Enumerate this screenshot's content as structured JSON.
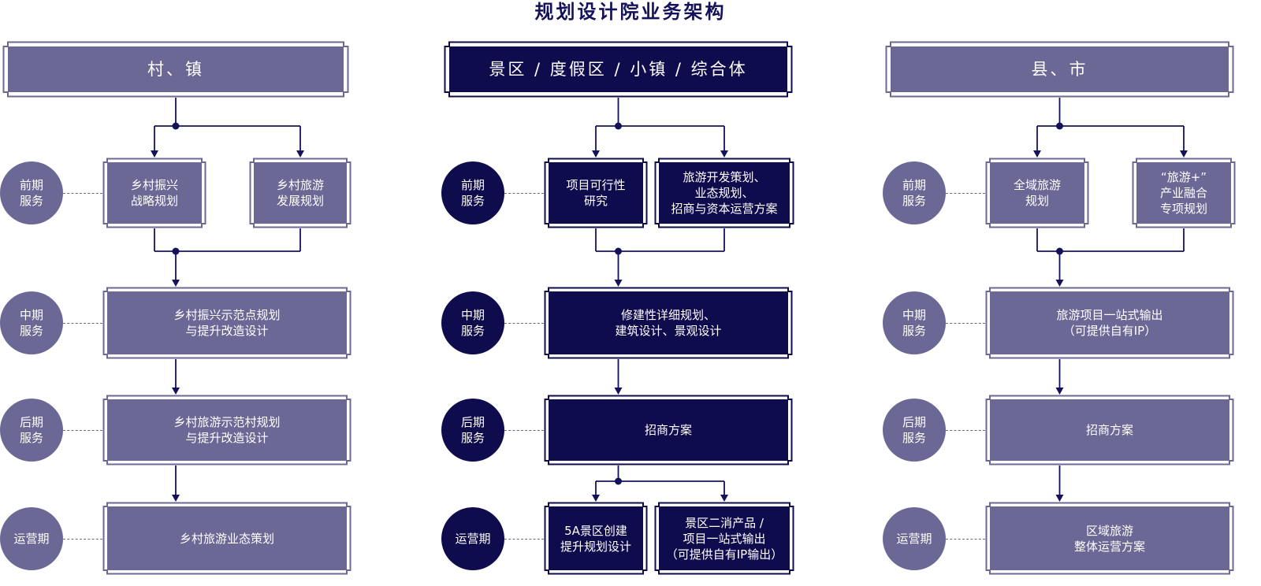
{
  "title": "规划设计院业务架构",
  "colors": {
    "light": "#6b6896",
    "dark": "#0f0c4e",
    "line": "#14125a"
  },
  "columns": [
    {
      "theme": "light",
      "header": "村、镇",
      "stages": [
        {
          "label": "前期\n服务",
          "boxes": [
            "乡村振兴\n战略规划",
            "乡村旅游\n发展规划"
          ]
        },
        {
          "label": "中期\n服务",
          "boxes": [
            "乡村振兴示范点规划\n与提升改造设计"
          ]
        },
        {
          "label": "后期\n服务",
          "boxes": [
            "乡村旅游示范村规划\n与提升改造设计"
          ]
        },
        {
          "label": "运营期",
          "boxes": [
            "乡村旅游业态策划"
          ]
        }
      ]
    },
    {
      "theme": "dark",
      "header": "景区 / 度假区 / 小镇 / 综合体",
      "stages": [
        {
          "label": "前期\n服务",
          "boxes": [
            "项目可行性\n研究",
            "旅游开发策划、\n业态规划、\n招商与资本运营方案"
          ]
        },
        {
          "label": "中期\n服务",
          "boxes": [
            "修建性详细规划、\n建筑设计、景观设计"
          ]
        },
        {
          "label": "后期\n服务",
          "boxes": [
            "招商方案"
          ]
        },
        {
          "label": "运营期",
          "boxes": [
            "5A景区创建\n提升规划设计",
            "景区二消产品 /\n项目一站式输出\n（可提供自有IP输出）"
          ]
        }
      ]
    },
    {
      "theme": "light",
      "header": "县、市",
      "stages": [
        {
          "label": "前期\n服务",
          "boxes": [
            "全域旅游\n规划",
            "“旅游+”\n产业融合\n专项规划"
          ]
        },
        {
          "label": "中期\n服务",
          "boxes": [
            "旅游项目一站式输出\n（可提供自有IP）"
          ]
        },
        {
          "label": "后期\n服务",
          "boxes": [
            "招商方案"
          ]
        },
        {
          "label": "运营期",
          "boxes": [
            "区域旅游\n整体运营方案"
          ]
        }
      ]
    }
  ]
}
